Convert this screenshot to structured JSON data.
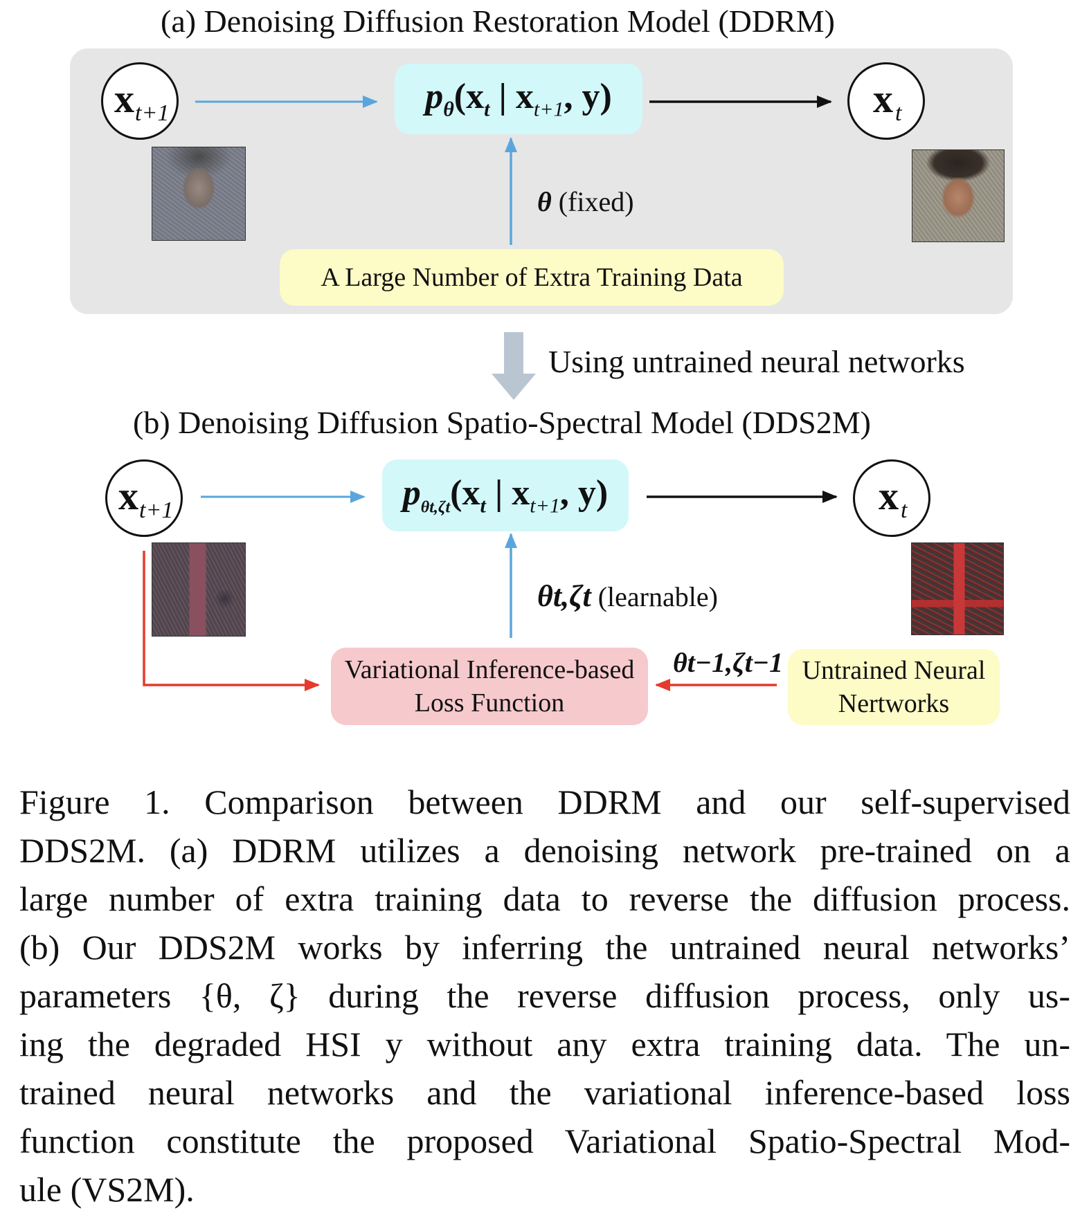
{
  "panel_a": {
    "title": "(a) Denoising Diffusion Restoration Model (DDRM)",
    "input_node": {
      "main": "x",
      "sub": "t+1"
    },
    "output_node": {
      "main": "x",
      "sub": "t"
    },
    "formula": {
      "p": "p",
      "p_sub": "θ",
      "body": "(x",
      "xt_sub": "t",
      "bar": " | x",
      "xt1_sub": "t+1",
      "tail": ", y)"
    },
    "param_label": {
      "symbol": "θ",
      "text": " (fixed)"
    },
    "data_box": "A Large Number of Extra Training Data"
  },
  "transition_label": "Using untrained neural networks",
  "panel_b": {
    "title": "(b) Denoising Diffusion Spatio-Spectral Model (DDS2M)",
    "input_node": {
      "main": "x",
      "sub": "t+1"
    },
    "output_node": {
      "main": "x",
      "sub": "t"
    },
    "formula": {
      "p": "p",
      "p_sub": "θt,ζt",
      "body": "(x",
      "xt_sub": "t",
      "bar": " | x",
      "xt1_sub": "t+1",
      "tail": ", y)"
    },
    "param_label": {
      "symbols": "θt,ζt",
      "text": " (learnable)"
    },
    "loss_box": [
      "Variational Inference-based",
      "Loss Function"
    ],
    "prev_params": "θt−1,ζt−1",
    "untrained_box": [
      "Untrained Neural",
      "Nertworks"
    ]
  },
  "caption": {
    "lines": [
      "Figure 1. Comparison between DDRM and our self-supervised",
      "DDS2M. (a) DDRM utilizes a denoising network pre-trained on a",
      "large number of extra training data to reverse the diffusion process.",
      "(b) Our DDS2M works by inferring the untrained neural networks’",
      "parameters {θ, ζ} during the reverse diffusion process, only us-",
      "ing the degraded HSI y without any extra training data. The un-",
      "trained neural networks and the variational inference-based loss",
      "function constitute the proposed Variational Spatio-Spectral Mod-",
      "ule (VS2M)."
    ]
  },
  "colors": {
    "blue_arrow": "#5aa6dc",
    "red_arrow": "#e53a2c",
    "gray_arrow": "#b9c6d2"
  }
}
